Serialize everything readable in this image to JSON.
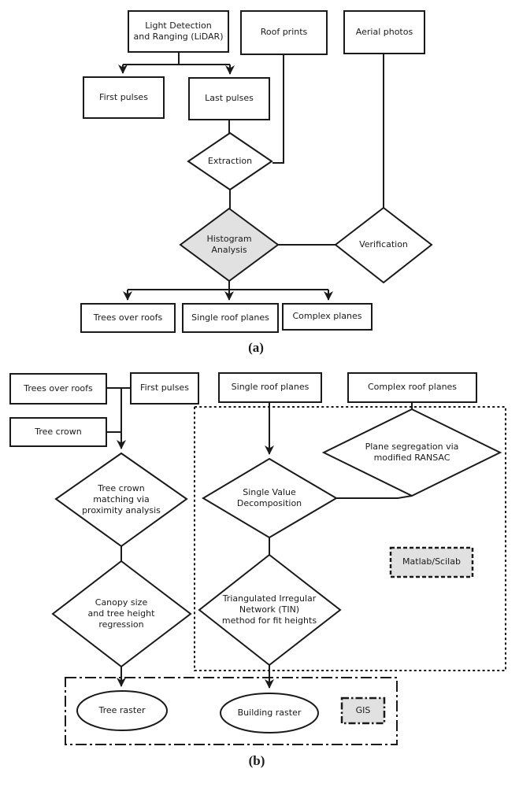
{
  "figure": {
    "label_a": "(a)",
    "label_b": "(b)"
  },
  "colors": {
    "stroke": "#1a1a1a",
    "shaded_fill": "#e1e1e1",
    "background": "#ffffff"
  },
  "diagram_a": {
    "nodes": {
      "lidar": "Light Detection\nand Ranging (LiDAR)",
      "roof_prints": "Roof prints",
      "aerial_photos": "Aerial photos",
      "first_pulses": "First pulses",
      "last_pulses": "Last pulses",
      "extraction": "Extraction",
      "histogram_analysis": "Histogram\nAnalysis",
      "verification": "Verification",
      "trees_over_roofs": "Trees over roofs",
      "single_roof_planes": "Single roof planes",
      "complex_planes": "Complex planes"
    }
  },
  "diagram_b": {
    "nodes": {
      "trees_over_roofs": "Trees over roofs",
      "first_pulses": "First pulses",
      "single_roof_planes": "Single roof planes",
      "complex_roof_planes": "Complex roof planes",
      "tree_crown": "Tree crown",
      "tree_crown_matching": "Tree crown\nmatching via\nproximity analysis",
      "single_value_decomposition": "Single Value\nDecomposition",
      "plane_segregation": "Plane segregation via\nmodified RANSAC",
      "canopy_regression": "Canopy size\nand tree height\nregression",
      "tin_method": "Triangulated Irregular\nNetwork (TIN)\nmethod for fit heights",
      "matlab_scilab": "Matlab/Scilab",
      "gis": "GIS",
      "tree_raster": "Tree raster",
      "building_raster": "Building raster"
    }
  }
}
